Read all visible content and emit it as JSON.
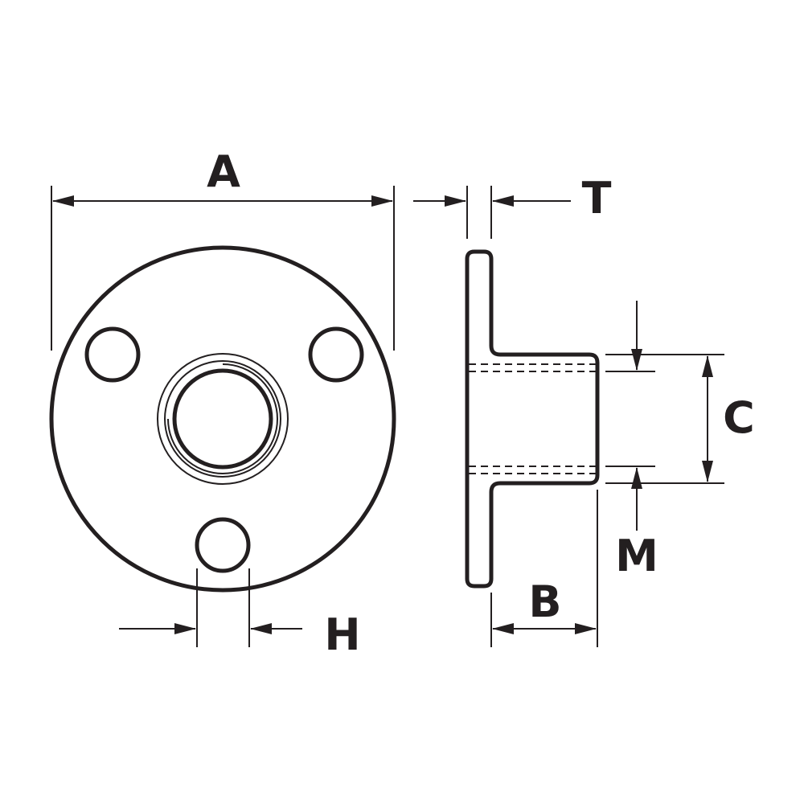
{
  "labels": {
    "a": "A",
    "t": "T",
    "c": "C",
    "m": "M",
    "b": "B",
    "h": "H"
  },
  "colors": {
    "line": "#231f20",
    "background": "#ffffff"
  }
}
